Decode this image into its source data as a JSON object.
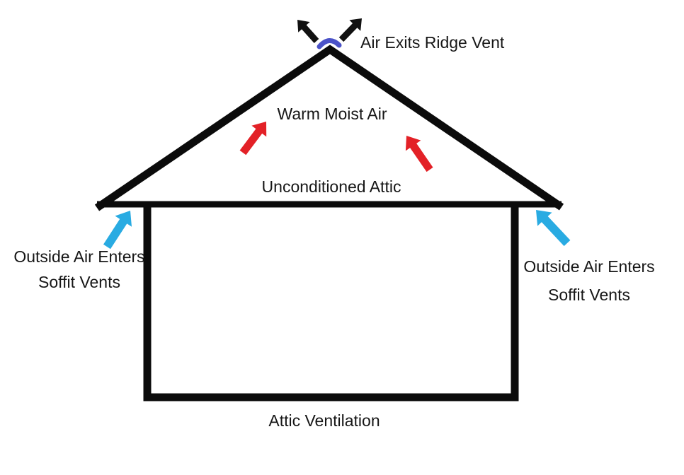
{
  "diagram": {
    "labels": {
      "ridge_vent": "Air Exits Ridge Vent",
      "warm_moist_air": "Warm Moist Air",
      "unconditioned_attic": "Unconditioned Attic",
      "left_soffit_line1": "Outside Air Enters",
      "left_soffit_line2": "Soffit Vents",
      "right_soffit_line1": "Outside Air Enters",
      "right_soffit_line2": "Soffit Vents",
      "caption": "Attic Ventilation"
    },
    "colors": {
      "line_black": "#0b0b0b",
      "arrow_black": "#111111",
      "arrow_red": "#e32127",
      "arrow_blue": "#29abe2",
      "ridge_arc_blue": "#4a52c8",
      "text": "#161616",
      "background": "#ffffff"
    }
  }
}
